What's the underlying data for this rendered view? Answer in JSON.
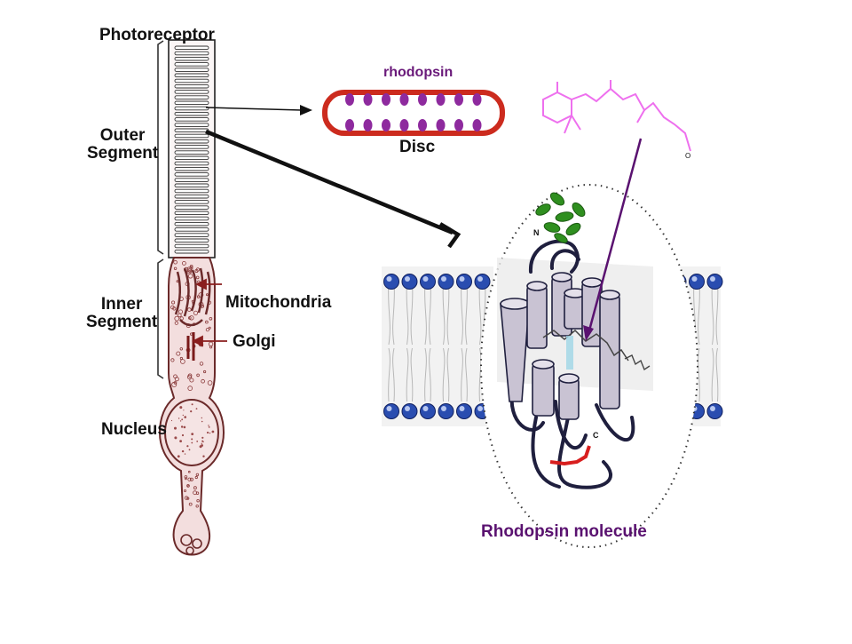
{
  "labels": {
    "photoreceptor": "Photoreceptor",
    "outer_segment": "Outer\nSegment",
    "inner_segment": "Inner\nSegment",
    "mitochondria": "Mitochondria",
    "golgi": "Golgi",
    "nucleus": "Nucleus",
    "rhodopsin": "rhodopsin",
    "disc": "Disc",
    "rhodopsin_molecule": "Rhodopsin molecule",
    "n_terminus": "N",
    "c_terminus": "C",
    "retinal_o": "O"
  },
  "colors": {
    "cell_outline": "#6b2a2a",
    "cell_fill": "#f1dcdc",
    "disc_red": "#cc2b1e",
    "rhodopsin_dot": "#8e2a9e",
    "rhodopsin_text": "#7a1f8a",
    "retinal": "#ee70ee",
    "lipid_head": "#2a4db0",
    "helix_fill": "#c9c3d3",
    "loop_dark": "#1f1f3e",
    "glycan_green": "#2f8f1f",
    "arrow_purple": "#5a1270",
    "c_term_red": "#d81e1e"
  }
}
